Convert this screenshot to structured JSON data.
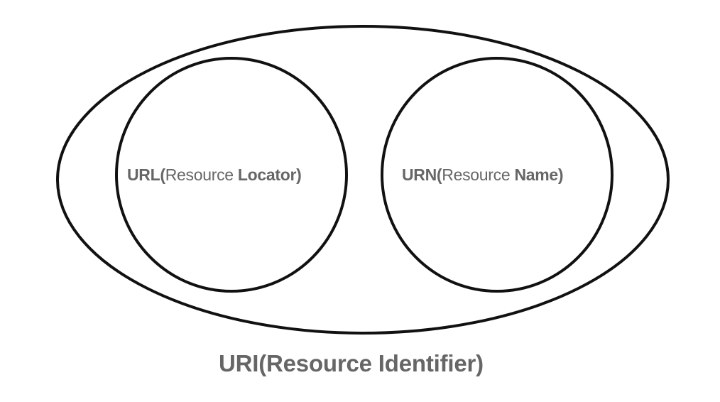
{
  "diagram": {
    "colors": {
      "stroke": "#111111",
      "text": "#666666",
      "background": "#ffffff"
    },
    "outer": {
      "label": "URI(Resource Identifier)"
    },
    "url": {
      "prefix": "URL(",
      "middle": "Resource ",
      "suffix": "Locator)"
    },
    "urn": {
      "prefix": "URN(",
      "middle": "Resource ",
      "suffix": "Name)"
    }
  }
}
